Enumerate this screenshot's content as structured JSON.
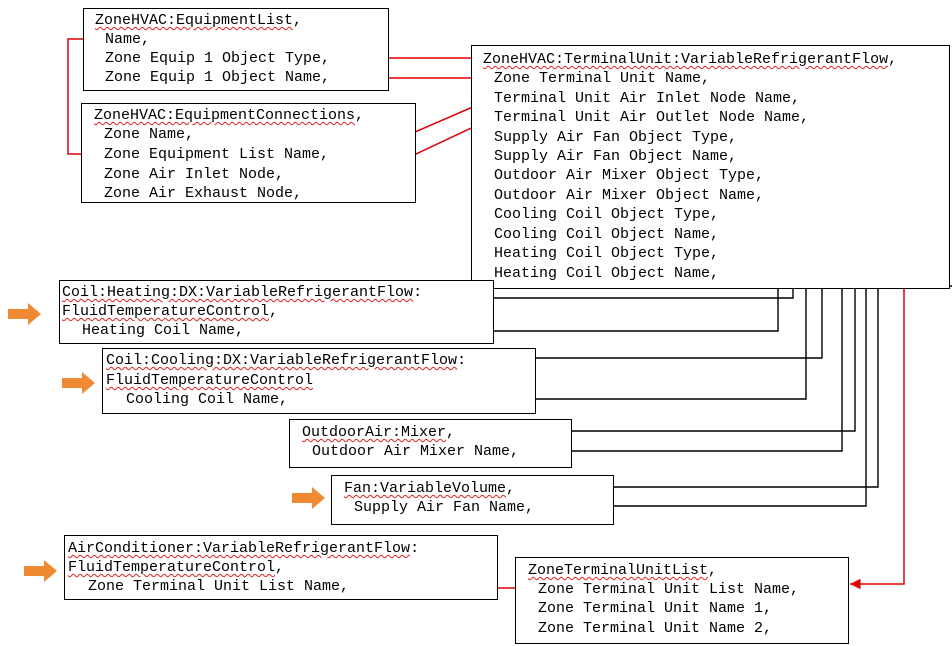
{
  "colors": {
    "reference_link": "#e00000",
    "connection_line": "#000000",
    "pointer_arrow": "#f08a32",
    "spellcheck_squiggle": "#e02020"
  },
  "equipment_list": {
    "class": "ZoneHVAC:EquipmentList",
    "class_sep": ",",
    "fields": [
      "Name,",
      "Zone Equip 1 Object Type,",
      "Zone Equip 1 Object Name,"
    ]
  },
  "equipment_connections": {
    "class": "ZoneHVAC:EquipmentConnections",
    "class_sep": ",",
    "fields": [
      "Zone Name,",
      "Zone Equipment List Name,",
      "Zone Air Inlet Node,",
      "Zone Air Exhaust Node,"
    ]
  },
  "terminal_unit": {
    "class": "ZoneHVAC:TerminalUnit:VariableRefrigerantFlow",
    "class_sep": ",",
    "fields": [
      "Zone Terminal Unit Name,",
      "Terminal Unit Air Inlet Node Name,",
      "Terminal Unit Air Outlet Node Name,",
      "Supply Air Fan Object Type,",
      "Supply Air Fan Object Name,",
      "Outdoor Air Mixer Object Type,",
      "Outdoor Air Mixer Object Name,",
      "Cooling Coil Object Type,",
      "Cooling Coil Object Name,",
      "Heating Coil Object Type,",
      "Heating Coil Object Name,"
    ]
  },
  "heating_coil": {
    "class": "Coil:Heating:DX:VariableRefrigerantFlow",
    "class_sep": ":",
    "class_2": "FluidTemperatureControl",
    "class_2_sep": ",",
    "fields": [
      "Heating Coil Name,"
    ]
  },
  "cooling_coil": {
    "class": "Coil:Cooling:DX:VariableRefrigerantFlow",
    "class_sep": ":",
    "class_2": "FluidTemperatureControl",
    "class_2_sep": "",
    "fields": [
      "Cooling Coil Name,"
    ]
  },
  "outdoor_air_mixer": {
    "class": "OutdoorAir:Mixer",
    "class_sep": ",",
    "fields": [
      "Outdoor Air Mixer Name,"
    ]
  },
  "fan": {
    "class": "Fan:VariableVolume",
    "class_sep": ",",
    "fields": [
      "Supply Air Fan Name,"
    ]
  },
  "air_conditioner": {
    "class": "AirConditioner:VariableRefrigerantFlow",
    "class_sep": ":",
    "class_2": "FluidTemperatureControl",
    "class_2_sep": ",",
    "fields": [
      "Zone Terminal Unit List Name,"
    ]
  },
  "terminal_unit_list": {
    "class": "ZoneTerminalUnitList",
    "class_sep": ",",
    "fields": [
      "Zone Terminal Unit List Name,",
      "Zone Terminal Unit Name 1,",
      "Zone Terminal Unit Name 2,"
    ]
  }
}
